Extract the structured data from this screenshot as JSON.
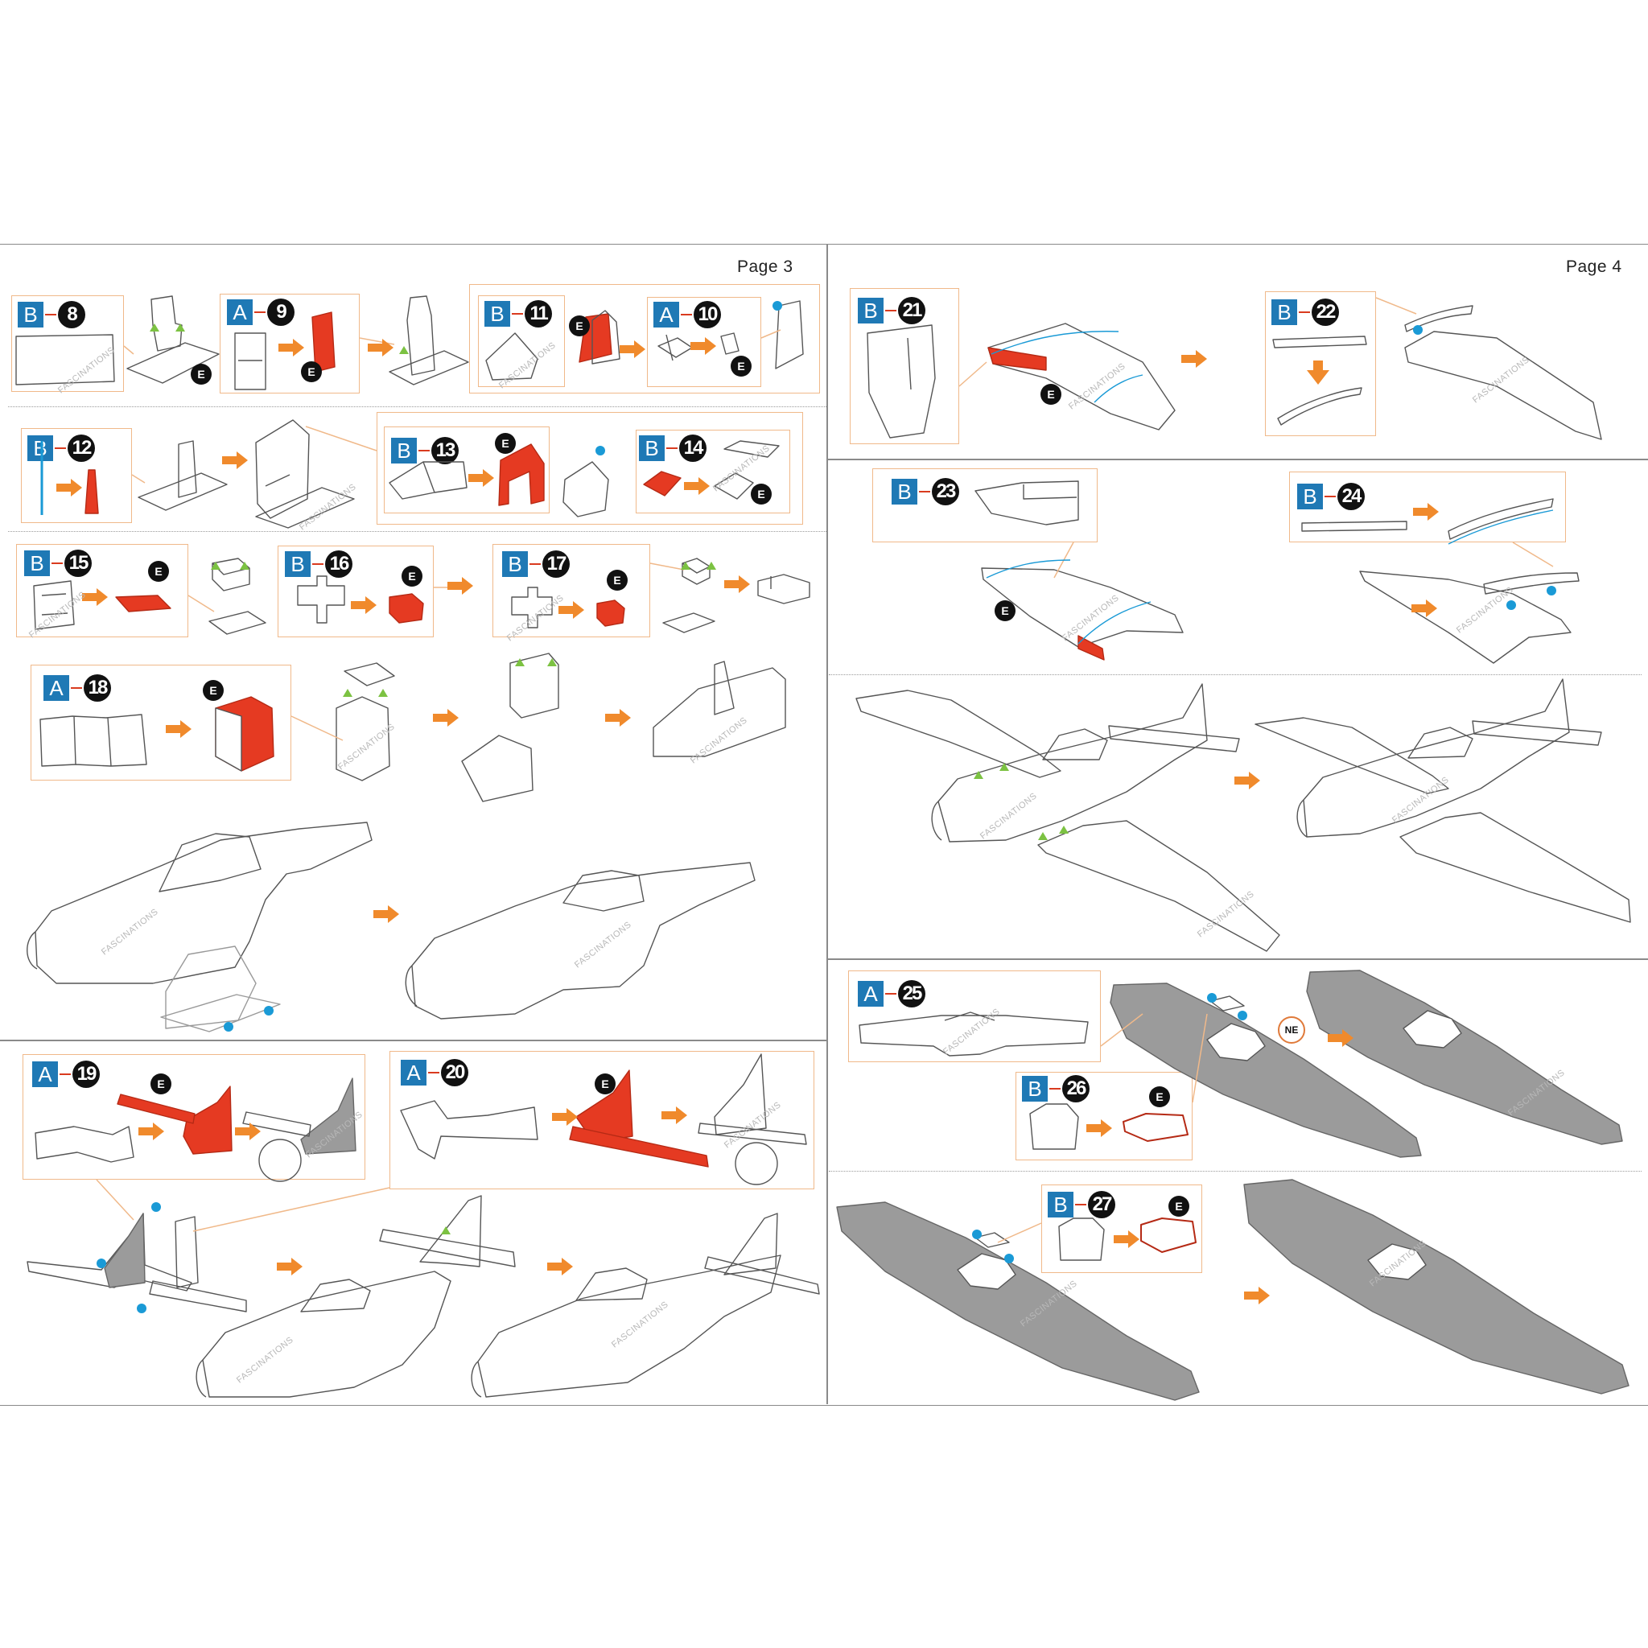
{
  "pages": {
    "left_label": "Page 3",
    "right_label": "Page 4"
  },
  "badges": {
    "e": "E",
    "ne": "NE"
  },
  "watermark": "FASCINATIONS",
  "steps": [
    {
      "sheet": "B",
      "number": "8"
    },
    {
      "sheet": "A",
      "number": "9"
    },
    {
      "sheet": "B",
      "number": "11"
    },
    {
      "sheet": "A",
      "number": "10"
    },
    {
      "sheet": "B",
      "number": "12"
    },
    {
      "sheet": "B",
      "number": "13"
    },
    {
      "sheet": "B",
      "number": "14"
    },
    {
      "sheet": "B",
      "number": "15"
    },
    {
      "sheet": "B",
      "number": "16"
    },
    {
      "sheet": "B",
      "number": "17"
    },
    {
      "sheet": "A",
      "number": "18"
    },
    {
      "sheet": "A",
      "number": "19"
    },
    {
      "sheet": "A",
      "number": "20"
    },
    {
      "sheet": "B",
      "number": "21"
    },
    {
      "sheet": "B",
      "number": "22"
    },
    {
      "sheet": "B",
      "number": "23"
    },
    {
      "sheet": "B",
      "number": "24"
    },
    {
      "sheet": "A",
      "number": "25"
    },
    {
      "sheet": "B",
      "number": "26"
    },
    {
      "sheet": "B",
      "number": "27"
    }
  ],
  "colors": {
    "sheet_tag": "#1f79b5",
    "number_badge": "#111111",
    "arrow": "#f08a2c",
    "highlight_part": "#e53a22",
    "callout_line": "#f0b98a",
    "move_dot": "#1a9ad6",
    "tab_marker": "#7cc242",
    "grey_wing": "#9b9b9b"
  }
}
